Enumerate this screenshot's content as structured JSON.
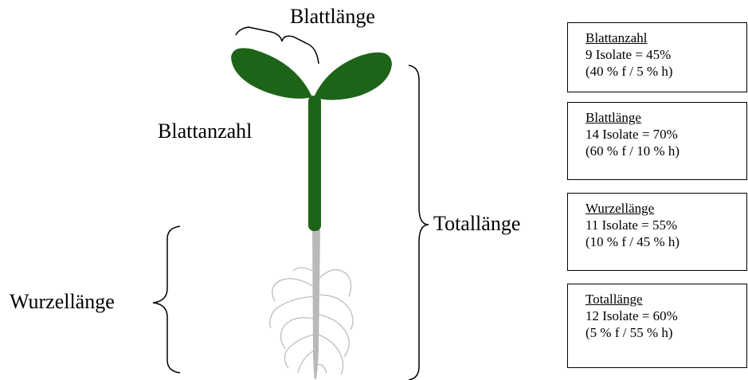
{
  "labels": {
    "blattlaenge": "Blattlänge",
    "blattanzahl": "Blattanzahl",
    "totallaenge": "Totallänge",
    "wurzellaenge": "Wurzellänge"
  },
  "boxes": [
    {
      "title": "Blattanzahl",
      "line1": "9 Isolate = 45%",
      "line2": "(40 % f / 5 % h)"
    },
    {
      "title": "Blattlänge",
      "line1": "14 Isolate = 70%",
      "line2": "(60 % f / 10 % h)"
    },
    {
      "title": "Wurzellänge",
      "line1": "11 Isolate = 55%",
      "line2": "(10 % f / 45 % h)"
    },
    {
      "title": "Totallänge",
      "line1": "12 Isolate = 60%",
      "line2": "(5 % f / 55 % h)"
    }
  ],
  "colors": {
    "leaf": "#1e6418",
    "stem": "#1e6418",
    "root": "#b9b9b9",
    "root_hair": "#bdbdbd"
  }
}
